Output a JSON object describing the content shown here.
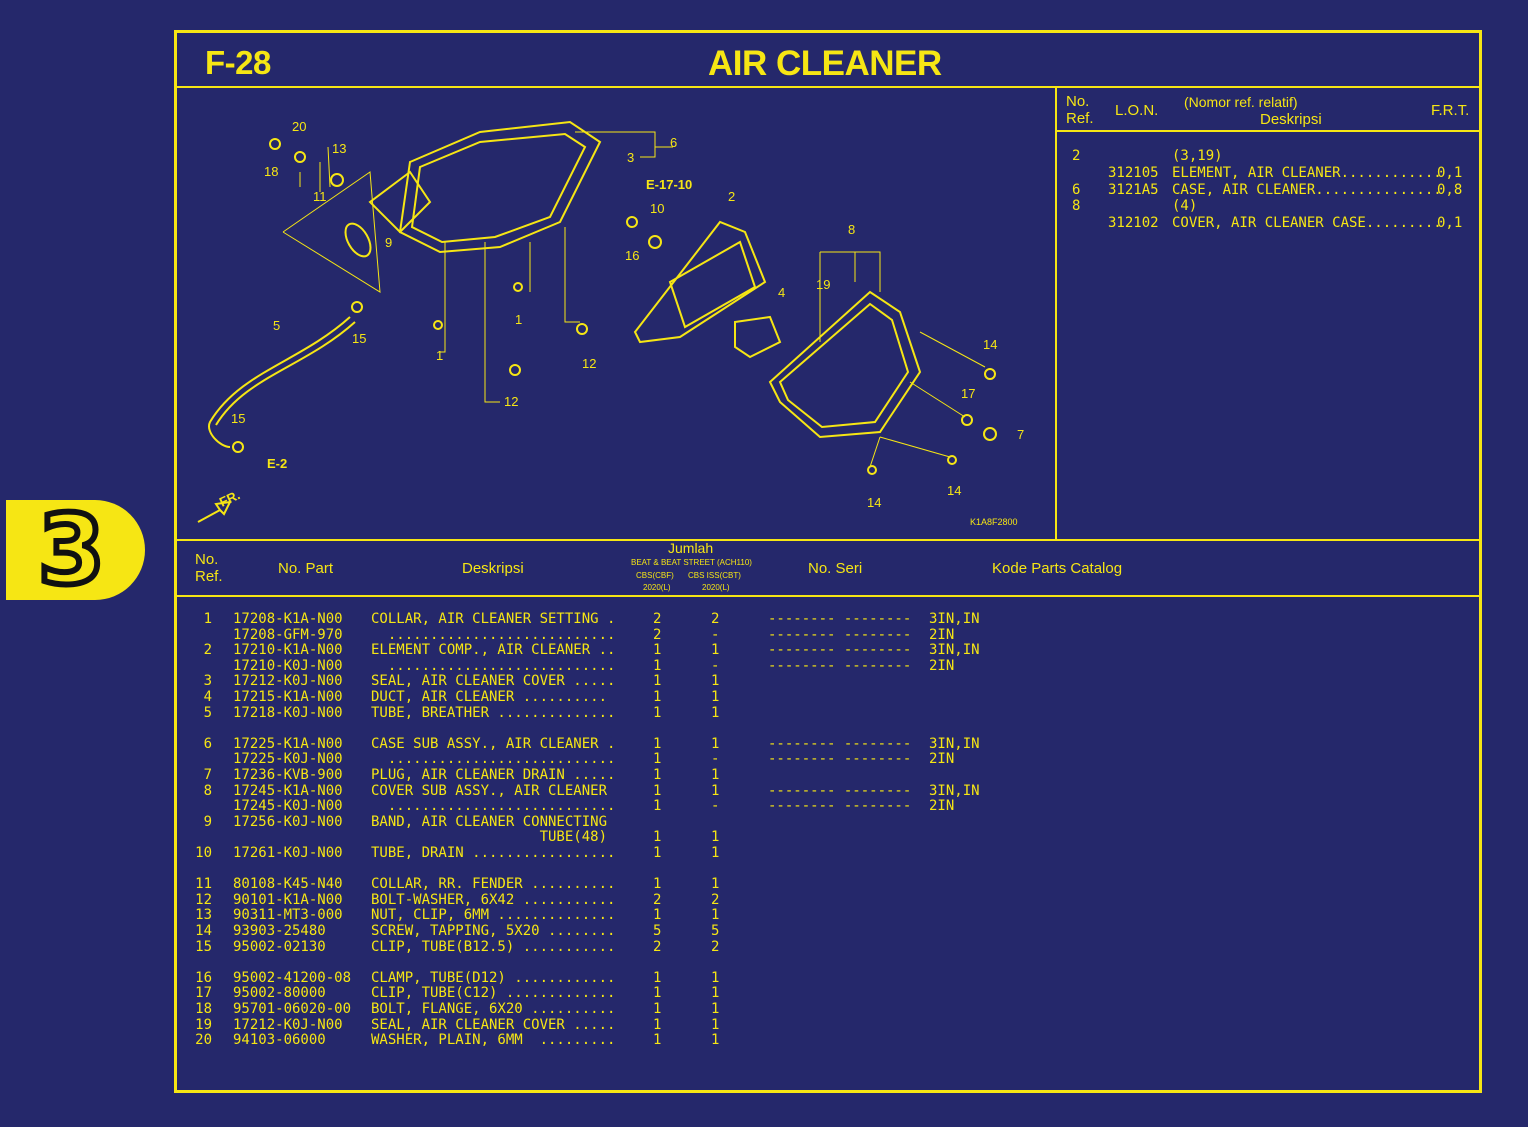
{
  "colors": {
    "background": "#25286b",
    "accent": "#f6e614"
  },
  "section_badge": "3",
  "header": {
    "code": "F-28",
    "title": "AIR CLEANER"
  },
  "diagram": {
    "labels": [
      "20",
      "13",
      "18",
      "11",
      "9",
      "6",
      "3",
      "E-17-10",
      "10",
      "16",
      "2",
      "8",
      "19",
      "4",
      "1",
      "1",
      "12",
      "12",
      "5",
      "15",
      "15",
      "E-2",
      "14",
      "17",
      "7",
      "14",
      "14",
      "FR."
    ],
    "drawing_code": "K1A8F2800"
  },
  "frt_table": {
    "headers": {
      "no_ref": "No.\nRef.",
      "lon": "L.O.N.",
      "desc_line1": "(Nomor ref. relatif)",
      "desc_line2": "Deskripsi",
      "frt": "F.R.T."
    },
    "rows": [
      {
        "ref": "2",
        "lon": "",
        "desc": "(3,19)",
        "frt": ""
      },
      {
        "ref": "",
        "lon": "312105",
        "desc": "ELEMENT, AIR CLEANER............",
        "frt": "0,1"
      },
      {
        "ref": "6",
        "lon": "3121A5",
        "desc": "CASE, AIR CLEANER...............",
        "frt": "0,8"
      },
      {
        "ref": "8",
        "lon": "",
        "desc": "(4)",
        "frt": ""
      },
      {
        "ref": "",
        "lon": "312102",
        "desc": "COVER, AIR CLEANER CASE.........",
        "frt": "0,1"
      }
    ]
  },
  "parts_table": {
    "headers": {
      "no_ref": "No.\nRef.",
      "no_part": "No. Part",
      "deskripsi": "Deskripsi",
      "jumlah": "Jumlah",
      "jumlah_model": "BEAT & BEAT STREET (ACH110)",
      "jumlah_col1": "CBS(CBF)",
      "jumlah_col2": "CBS ISS(CBT)",
      "jumlah_year1": "2020(L)",
      "jumlah_year2": "2020(L)",
      "no_seri": "No. Seri",
      "kode": "Kode Parts Catalog"
    },
    "rows": [
      {
        "ref": "1",
        "part": "17208-K1A-N00",
        "desc": "COLLAR, AIR CLEANER SETTING .",
        "q1": "2",
        "q2": "2",
        "seri": "-------- --------",
        "kode": "3IN,IN"
      },
      {
        "ref": "",
        "part": "17208-GFM-970",
        "desc": "  ...........................",
        "q1": "2",
        "q2": "-",
        "seri": "-------- --------",
        "kode": "2IN"
      },
      {
        "ref": "2",
        "part": "17210-K1A-N00",
        "desc": "ELEMENT COMP., AIR CLEANER ..",
        "q1": "1",
        "q2": "1",
        "seri": "-------- --------",
        "kode": "3IN,IN"
      },
      {
        "ref": "",
        "part": "17210-K0J-N00",
        "desc": "  ...........................",
        "q1": "1",
        "q2": "-",
        "seri": "-------- --------",
        "kode": "2IN"
      },
      {
        "ref": "3",
        "part": "17212-K0J-N00",
        "desc": "SEAL, AIR CLEANER COVER .....",
        "q1": "1",
        "q2": "1",
        "seri": "",
        "kode": ""
      },
      {
        "ref": "4",
        "part": "17215-K1A-N00",
        "desc": "DUCT, AIR CLEANER ..........",
        "q1": "1",
        "q2": "1",
        "seri": "",
        "kode": ""
      },
      {
        "ref": "5",
        "part": "17218-K0J-N00",
        "desc": "TUBE, BREATHER ..............",
        "q1": "1",
        "q2": "1",
        "seri": "",
        "kode": ""
      },
      null,
      {
        "ref": "6",
        "part": "17225-K1A-N00",
        "desc": "CASE SUB ASSY., AIR CLEANER .",
        "q1": "1",
        "q2": "1",
        "seri": "-------- --------",
        "kode": "3IN,IN"
      },
      {
        "ref": "",
        "part": "17225-K0J-N00",
        "desc": "  ...........................",
        "q1": "1",
        "q2": "-",
        "seri": "-------- --------",
        "kode": "2IN"
      },
      {
        "ref": "7",
        "part": "17236-KVB-900",
        "desc": "PLUG, AIR CLEANER DRAIN .....",
        "q1": "1",
        "q2": "1",
        "seri": "",
        "kode": ""
      },
      {
        "ref": "8",
        "part": "17245-K1A-N00",
        "desc": "COVER SUB ASSY., AIR CLEANER",
        "q1": "1",
        "q2": "1",
        "seri": "-------- --------",
        "kode": "3IN,IN"
      },
      {
        "ref": "",
        "part": "17245-K0J-N00",
        "desc": "  ...........................",
        "q1": "1",
        "q2": "-",
        "seri": "-------- --------",
        "kode": "2IN"
      },
      {
        "ref": "9",
        "part": "17256-K0J-N00",
        "desc": "BAND, AIR CLEANER CONNECTING",
        "q1": "",
        "q2": "",
        "seri": "",
        "kode": ""
      },
      {
        "ref": "",
        "part": "",
        "desc": "                    TUBE(48)",
        "q1": "1",
        "q2": "1",
        "seri": "",
        "kode": ""
      },
      {
        "ref": "10",
        "part": "17261-K0J-N00",
        "desc": "TUBE, DRAIN .................",
        "q1": "1",
        "q2": "1",
        "seri": "",
        "kode": ""
      },
      null,
      {
        "ref": "11",
        "part": "80108-K45-N40",
        "desc": "COLLAR, RR. FENDER ..........",
        "q1": "1",
        "q2": "1",
        "seri": "",
        "kode": ""
      },
      {
        "ref": "12",
        "part": "90101-K1A-N00",
        "desc": "BOLT-WASHER, 6X42 ...........",
        "q1": "2",
        "q2": "2",
        "seri": "",
        "kode": ""
      },
      {
        "ref": "13",
        "part": "90311-MT3-000",
        "desc": "NUT, CLIP, 6MM ..............",
        "q1": "1",
        "q2": "1",
        "seri": "",
        "kode": ""
      },
      {
        "ref": "14",
        "part": "93903-25480",
        "desc": "SCREW, TAPPING, 5X20 ........",
        "q1": "5",
        "q2": "5",
        "seri": "",
        "kode": ""
      },
      {
        "ref": "15",
        "part": "95002-02130",
        "desc": "CLIP, TUBE(B12.5) ...........",
        "q1": "2",
        "q2": "2",
        "seri": "",
        "kode": ""
      },
      null,
      {
        "ref": "16",
        "part": "95002-41200-08",
        "desc": "CLAMP, TUBE(D12) ............",
        "q1": "1",
        "q2": "1",
        "seri": "",
        "kode": ""
      },
      {
        "ref": "17",
        "part": "95002-80000",
        "desc": "CLIP, TUBE(C12) .............",
        "q1": "1",
        "q2": "1",
        "seri": "",
        "kode": ""
      },
      {
        "ref": "18",
        "part": "95701-06020-00",
        "desc": "BOLT, FLANGE, 6X20 ..........",
        "q1": "1",
        "q2": "1",
        "seri": "",
        "kode": ""
      },
      {
        "ref": "19",
        "part": "17212-K0J-N00",
        "desc": "SEAL, AIR CLEANER COVER .....",
        "q1": "1",
        "q2": "1",
        "seri": "",
        "kode": ""
      },
      {
        "ref": "20",
        "part": "94103-06000",
        "desc": "WASHER, PLAIN, 6MM  .........",
        "q1": "1",
        "q2": "1",
        "seri": "",
        "kode": ""
      }
    ]
  }
}
